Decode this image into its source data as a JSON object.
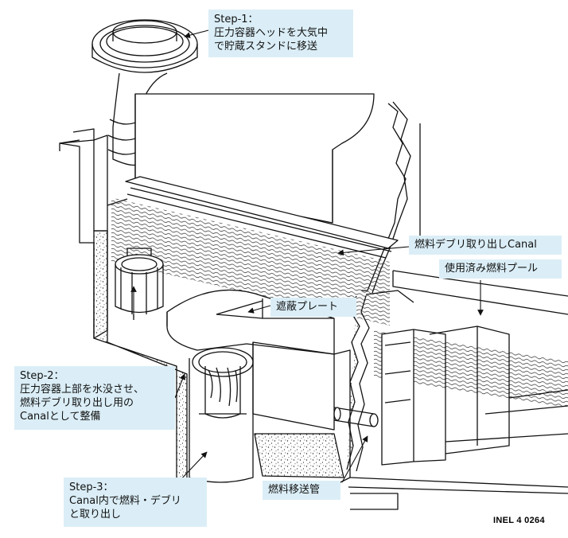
{
  "labels": {
    "step1": "Step-1：\n圧力容器ヘッドを大気中\nで貯蔵スタンドに移送",
    "canal": "燃料デブリ取り出しCanal",
    "spent_pool": "使用済み燃料プール",
    "shield_plate": "遮蔽プレート",
    "step2": "Step-2：\n圧力容器上部を水没させ、\n燃料デブリ取り出し用の\nCanalとして整備",
    "step3": "Step-3：\nCanal内で燃料・デブリ\nと取り出し",
    "transfer_tube": "燃料移送管",
    "credit": "INEL 4 0264"
  },
  "colors": {
    "callout_bg": "#dbeef7",
    "line": "#111111"
  }
}
